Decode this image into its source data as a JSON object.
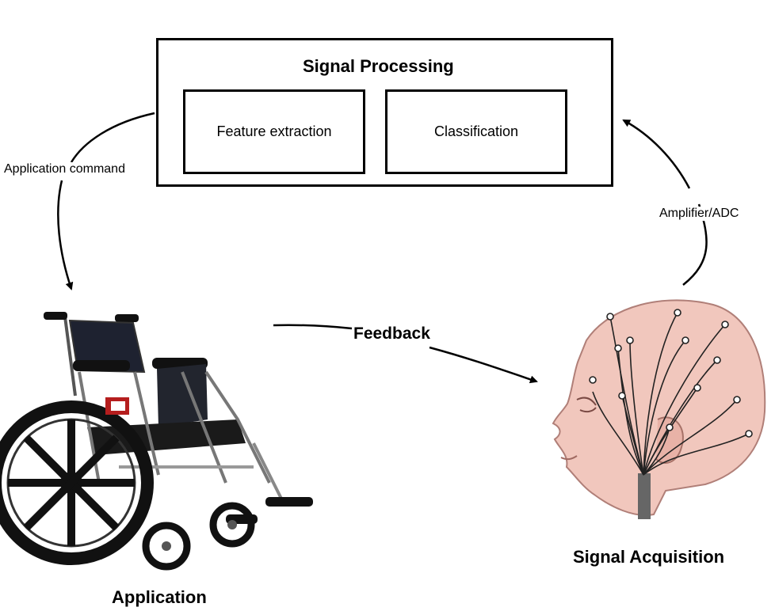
{
  "signal_processing": {
    "title": "Signal Processing",
    "feature_extraction": "Feature extraction",
    "classification": "Classification"
  },
  "labels": {
    "application_command": "Application command",
    "amplifier_adc": "Amplifier/ADC",
    "feedback": "Feedback",
    "application": "Application",
    "signal_acquisition": "Signal Acquisition"
  },
  "images": {
    "wheelchair": "wheelchair-illustration",
    "head": "eeg-head-illustration"
  }
}
